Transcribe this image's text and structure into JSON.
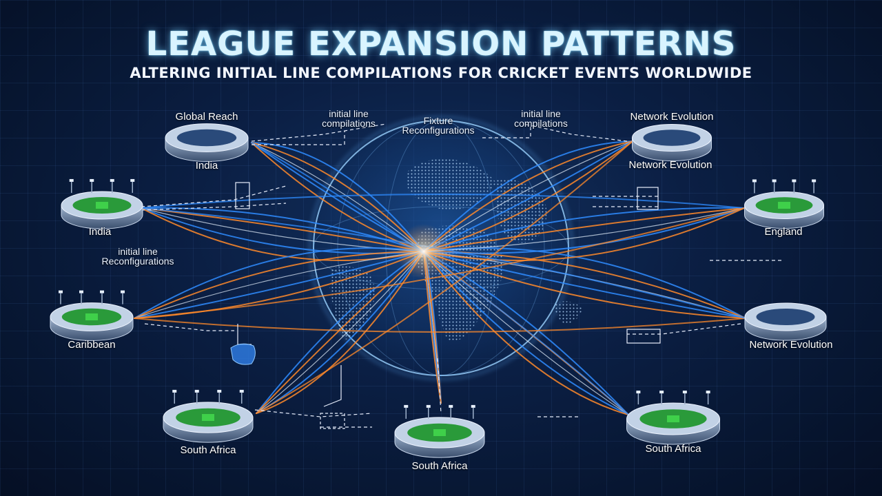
{
  "header": {
    "title": "LEAGUE EXPANSION PATTERNS",
    "subtitle": "ALTERING INITIAL LINE COMPILATIONS FOR CRICKET EVENTS WORLDWIDE"
  },
  "annotations": {
    "global_reach": "Global Reach",
    "initial_line_compilations_left": "initial line compilations",
    "fixture_reconfigurations": "Fixture Reconfigurations",
    "initial_line_compilations_right": "initial line compilations",
    "network_evolution_top": "Network Evolution",
    "network_evolution_mid": "Network Evolution",
    "initial_line_reconfigurations": "initial line Reconfigurations"
  },
  "stadiums": {
    "india_top": "India",
    "india_left": "India",
    "caribbean": "Caribbean",
    "south_africa_left": "South Africa",
    "south_africa_center": "South Africa",
    "south_africa_right": "South Africa",
    "england": "England",
    "network_evolution_right": "Network Evolution"
  },
  "colors": {
    "title_glow": "#8fe0ff",
    "blue_line": "#2f8cff",
    "orange_line": "#ff8a2a",
    "white_line": "#e8f3ff",
    "pitch_green": "#3fd04a"
  }
}
